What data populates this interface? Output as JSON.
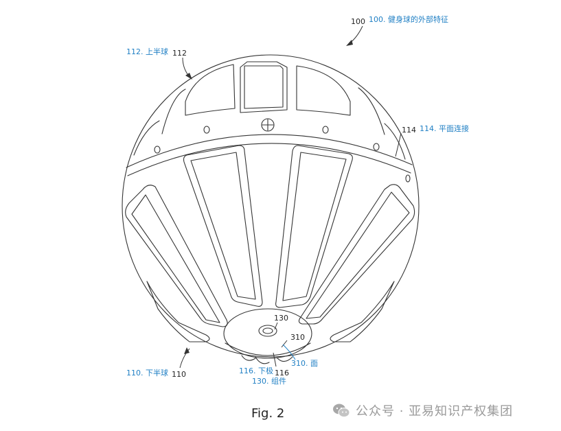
{
  "labels": {
    "l100_num": "100",
    "l100_cn": "100. 健身球的外部特征",
    "l112_cn": "112. 上半球",
    "l112_num": "112",
    "l114_num": "114",
    "l114_cn": "114. 平面连接",
    "l130_num": "130",
    "l310_num": "310",
    "l310_cn": "310. 面",
    "l116_cn": "116. 下极",
    "l116_num": "116",
    "l130_cn": "130. 组件",
    "l110_cn": "110. 下半球",
    "l110_num": "110"
  },
  "caption": "Fig. 2",
  "watermark": {
    "icon": "wechat-icon",
    "text": "公众号 · 亚易知识产权集团"
  },
  "colors": {
    "line": "#333333",
    "label_blue": "#1f7fc4",
    "watermark": "#9a9a9a"
  }
}
